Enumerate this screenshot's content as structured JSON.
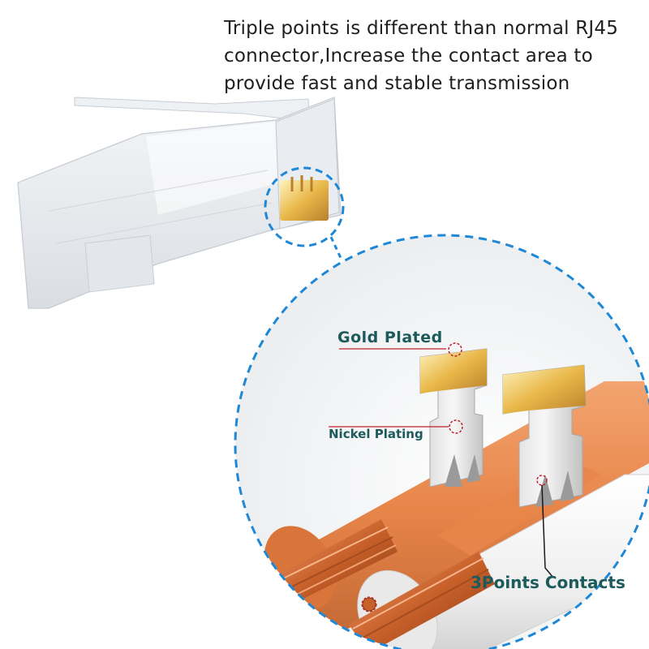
{
  "headline": {
    "line1": "Triple points is different than normal RJ45",
    "line2": "connector,Increase the contact area to",
    "line3": "provide fast and stable transmission"
  },
  "callouts": {
    "gold_plated": "Gold Plated",
    "nickel_plating": "Nickel Plating",
    "three_points_contacts": "3Points Contacts"
  },
  "colors": {
    "label_text": "#1c5a5c",
    "dashed_circle": "#1e88d6",
    "marker_red": "#c0202a",
    "copper": "#c8682e",
    "orange_jacket": "#e8894a",
    "gold": "#e9b84a"
  }
}
